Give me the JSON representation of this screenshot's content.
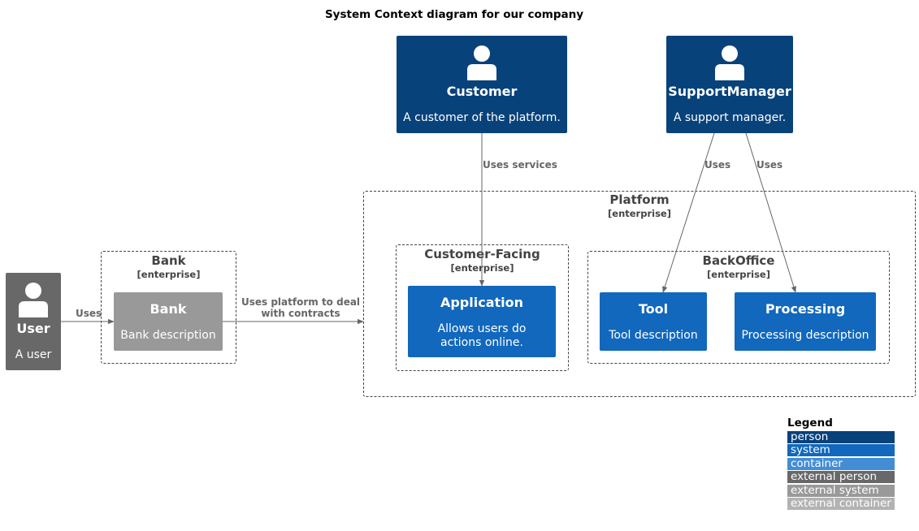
{
  "title": "System Context diagram for our company",
  "colors": {
    "person": "#08427B",
    "system": "#1168BD",
    "container": "#438DD5",
    "external_person": "#686868",
    "external_system": "#999999",
    "external_container": "#B3B3B3",
    "boundary_line": "#444444",
    "edge": "#666666"
  },
  "nodes": {
    "customer": {
      "kind": "person",
      "name": "Customer",
      "description": "A customer of the platform.",
      "icon": "person-icon"
    },
    "support_manager": {
      "kind": "person",
      "name": "SupportManager",
      "description": "A support manager.",
      "icon": "person-icon"
    },
    "user": {
      "kind": "external person",
      "name": "User",
      "description": "A user",
      "icon": "person-icon"
    },
    "bank": {
      "kind": "external system",
      "name": "Bank",
      "description": "Bank description"
    },
    "application": {
      "kind": "system",
      "name": "Application",
      "description": "Allows users do actions online."
    },
    "tool": {
      "kind": "system",
      "name": "Tool",
      "description": "Tool description"
    },
    "processing": {
      "kind": "system",
      "name": "Processing",
      "description": "Processing description"
    }
  },
  "boundaries": {
    "platform": {
      "name": "Platform",
      "type": "[enterprise]"
    },
    "bank": {
      "name": "Bank",
      "type": "[enterprise]"
    },
    "customer_facing": {
      "name": "Customer-Facing",
      "type": "[enterprise]"
    },
    "backoffice": {
      "name": "BackOffice",
      "type": "[enterprise]"
    }
  },
  "relations": {
    "customer_application": {
      "from": "Customer",
      "to": "Application",
      "label": "Uses services"
    },
    "support_tool": {
      "from": "SupportManager",
      "to": "Tool",
      "label": "Uses"
    },
    "support_processing": {
      "from": "SupportManager",
      "to": "Processing",
      "label": "Uses"
    },
    "user_bank": {
      "from": "User",
      "to": "Bank",
      "label": "Uses"
    },
    "bank_platform": {
      "from": "Bank",
      "to": "Platform",
      "label_line1": "Uses platform to deal",
      "label_line2": "with contracts"
    }
  },
  "legend": {
    "title": "Legend",
    "items": [
      {
        "label": "person",
        "color": "#08427B"
      },
      {
        "label": "system",
        "color": "#1168BD"
      },
      {
        "label": "container",
        "color": "#438DD5"
      },
      {
        "label": "external person",
        "color": "#686868"
      },
      {
        "label": "external system",
        "color": "#999999"
      },
      {
        "label": "external container",
        "color": "#B3B3B3"
      }
    ]
  }
}
